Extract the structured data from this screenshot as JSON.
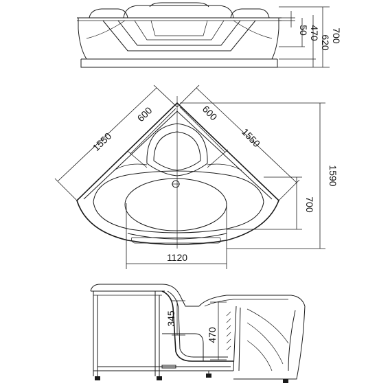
{
  "drawing": {
    "dimensions": {
      "front_total_height": "700",
      "front_body_height": "620",
      "front_inner_depth": "470",
      "front_top_offset": "50",
      "plan_side_left": "1550",
      "plan_side_right": "1550",
      "plan_seat_left": "600",
      "plan_seat_right": "600",
      "plan_depth": "1590",
      "plan_bowl_depth": "700",
      "plan_bowl_width": "1120",
      "section_seat_height": "345",
      "section_inner_depth": "470"
    },
    "colors": {
      "line": "#1a1a1a",
      "background": "#ffffff"
    }
  }
}
